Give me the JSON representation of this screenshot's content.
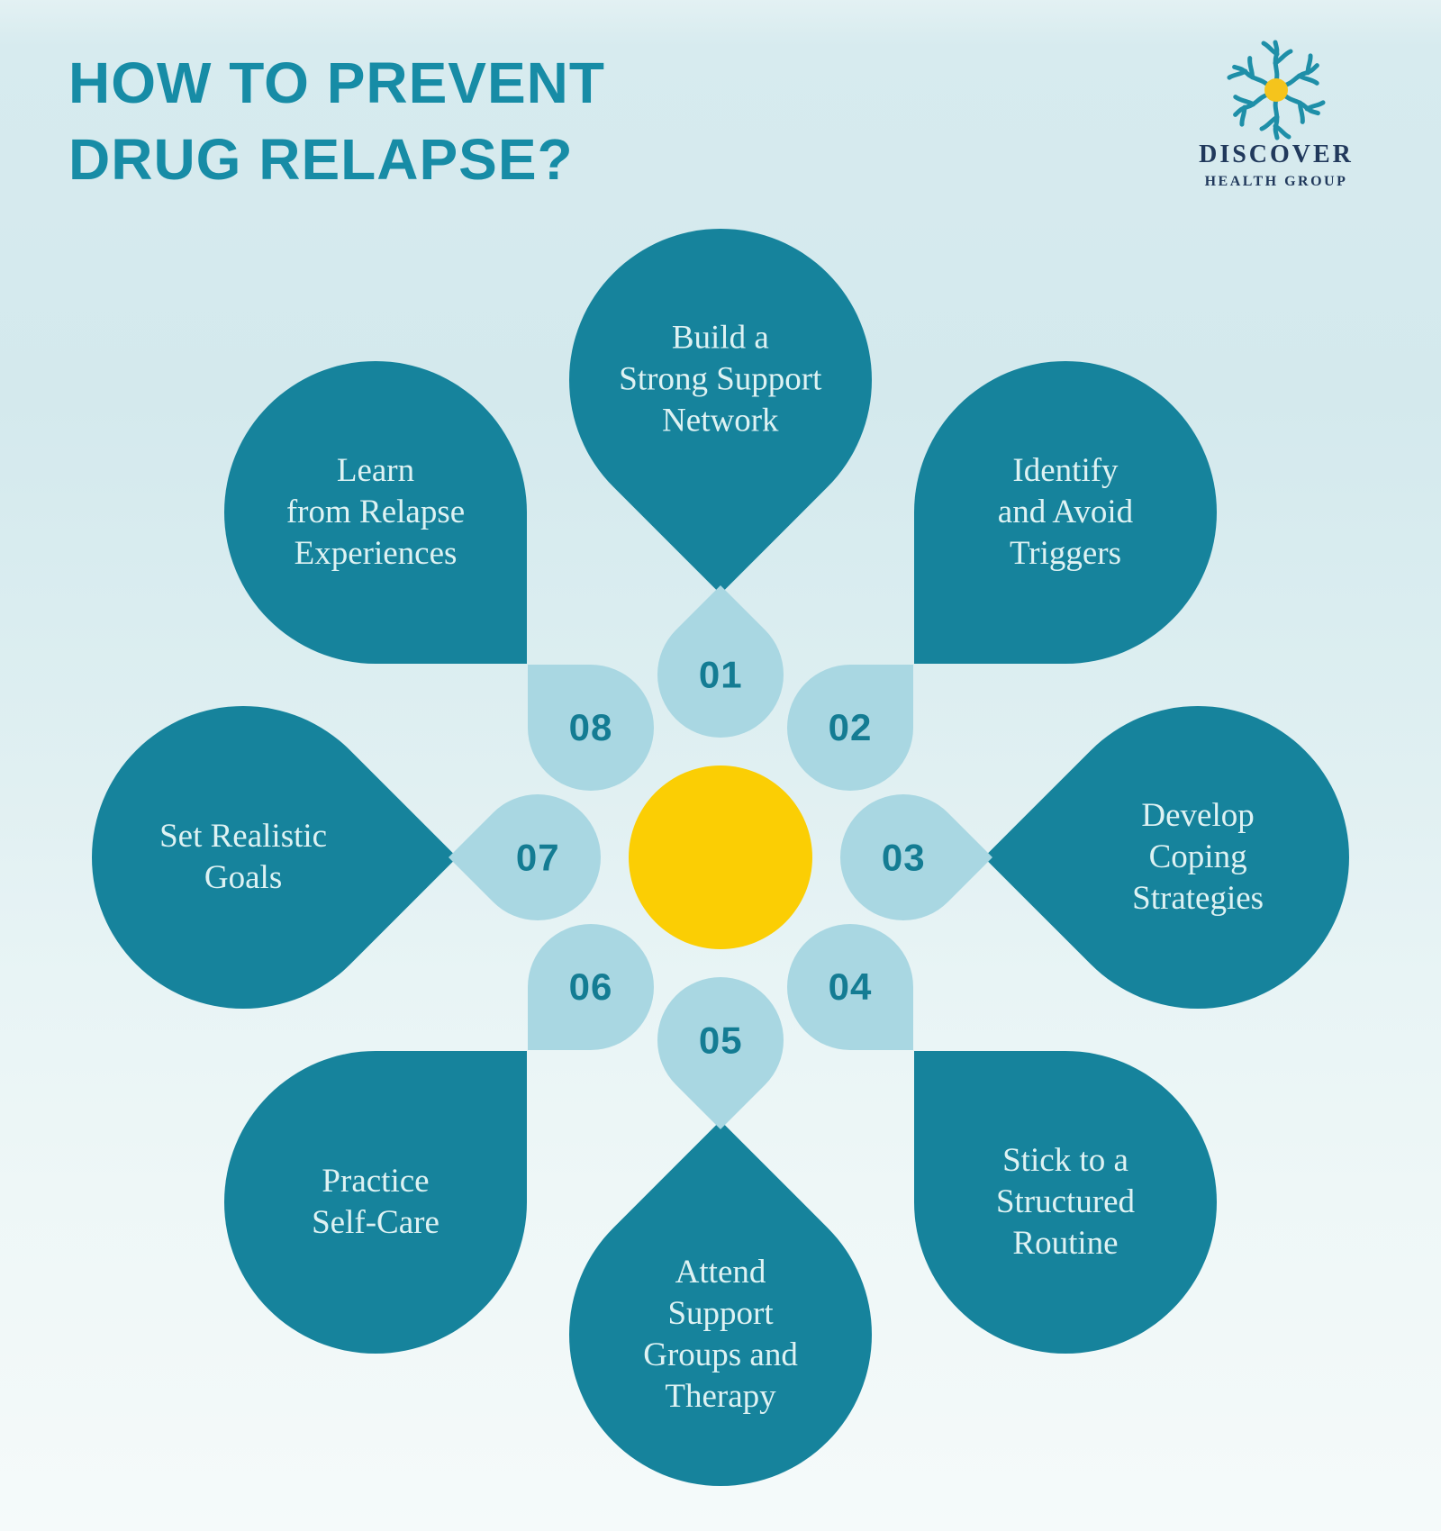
{
  "title": "HOW TO PREVENT\nDRUG RELAPSE?",
  "logo": {
    "brand": "DISCOVER",
    "tagline": "HEALTH GROUP",
    "icon": "neuron-icon"
  },
  "colors": {
    "petal_teal": "#16839C",
    "drop_light_blue": "#A9D7E2",
    "center_yellow": "#FBCE04",
    "number_teal": "#147C93",
    "title_teal": "#178CA6",
    "logo_navy": "#21395C",
    "petal_text": "#DEF2F3",
    "background_top": "#D4E9ED",
    "background_bottom": "#F5FAFA"
  },
  "steps": [
    {
      "num": "01",
      "label": "Build a\nStrong Support\nNetwork"
    },
    {
      "num": "02",
      "label": "Identify\nand Avoid\nTriggers"
    },
    {
      "num": "03",
      "label": "Develop\nCoping\nStrategies"
    },
    {
      "num": "04",
      "label": "Stick to a\nStructured\nRoutine"
    },
    {
      "num": "05",
      "label": "Attend\nSupport\nGroups and\nTherapy"
    },
    {
      "num": "06",
      "label": "Practice\nSelf-Care"
    },
    {
      "num": "07",
      "label": "Set Realistic\nGoals"
    },
    {
      "num": "08",
      "label": "Learn\nfrom Relapse\nExperiences"
    }
  ]
}
